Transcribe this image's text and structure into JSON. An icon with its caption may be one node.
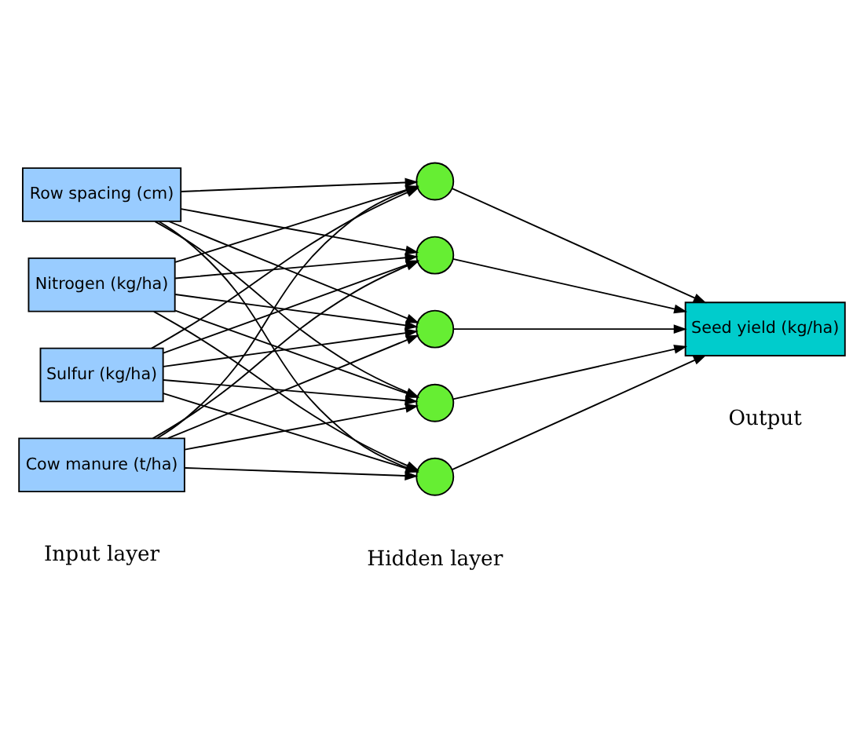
{
  "diagram": {
    "nodes": [
      {
        "text": [
          "Row spacing (cm)"
        ]
      },
      {
        "text": [
          "Nitrogen (kg/ha)"
        ]
      },
      {
        "text": [
          "Sulfur (kg/ha)"
        ]
      },
      {
        "text": [
          "Cow manure (t/ha)"
        ]
      },
      {
        "text": [],
        "shape": "circle"
      },
      {
        "text": [],
        "shape": "circle"
      },
      {
        "text": [],
        "shape": "circle"
      },
      {
        "text": [],
        "shape": "circle"
      },
      {
        "text": [],
        "shape": "circle"
      },
      {
        "text": [
          "Seed yield (kg/ha)"
        ]
      }
    ],
    "edges": [
      {
        "from": 0,
        "to": 4,
        "arrow": "to"
      },
      {
        "from": 0,
        "to": 5,
        "arrow": "to"
      },
      {
        "from": 0,
        "to": 6,
        "arrow": "to"
      },
      {
        "from": 0,
        "to": 7,
        "arrow": "to"
      },
      {
        "from": 0,
        "to": 8,
        "arrow": "to"
      },
      {
        "from": 1,
        "to": 4,
        "arrow": "to"
      },
      {
        "from": 1,
        "to": 5,
        "arrow": "to"
      },
      {
        "from": 1,
        "to": 6,
        "arrow": "to"
      },
      {
        "from": 1,
        "to": 7,
        "arrow": "to"
      },
      {
        "from": 1,
        "to": 8,
        "arrow": "to"
      },
      {
        "from": 2,
        "to": 4,
        "arrow": "to"
      },
      {
        "from": 2,
        "to": 5,
        "arrow": "to"
      },
      {
        "from": 2,
        "to": 6,
        "arrow": "to"
      },
      {
        "from": 2,
        "to": 7,
        "arrow": "to"
      },
      {
        "from": 2,
        "to": 8,
        "arrow": "to"
      },
      {
        "from": 3,
        "to": 4,
        "arrow": "to"
      },
      {
        "from": 3,
        "to": 5,
        "arrow": "to"
      },
      {
        "from": 3,
        "to": 6,
        "arrow": "to"
      },
      {
        "from": 3,
        "to": 7,
        "arrow": "to"
      },
      {
        "from": 3,
        "to": 8,
        "arrow": "to"
      },
      {
        "from": 4,
        "to": 9,
        "arrow": "to"
      },
      {
        "from": 5,
        "to": 9,
        "arrow": "to"
      },
      {
        "from": 6,
        "to": 9,
        "arrow": "to"
      },
      {
        "from": 7,
        "to": 9,
        "arrow": "to"
      },
      {
        "from": 8,
        "to": 9,
        "arrow": "to"
      }
    ],
    "labels": [
      "Input layer",
      "Hidden layer",
      "Output"
    ]
  }
}
